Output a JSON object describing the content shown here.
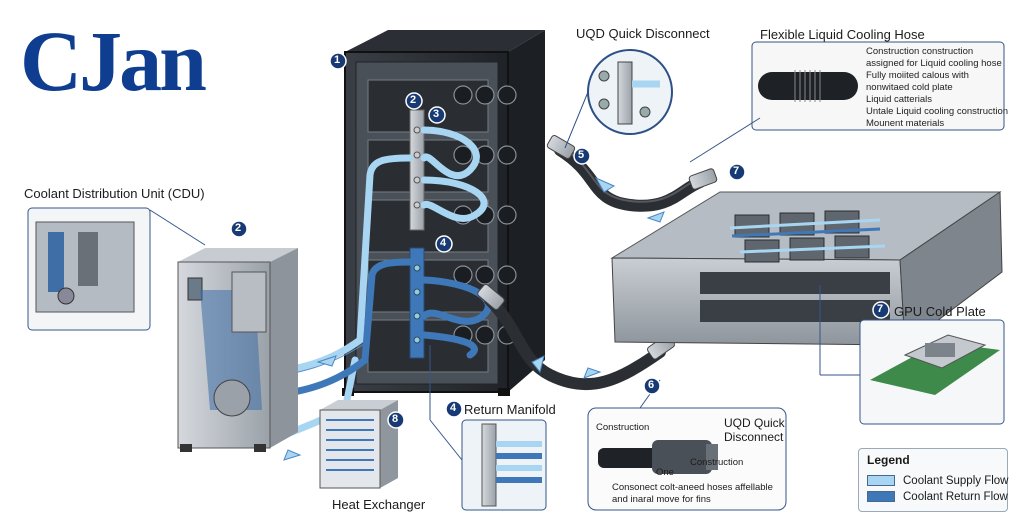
{
  "logo": "CJan",
  "callouts": {
    "c1": "1",
    "c2": "2",
    "c2b": "2",
    "c3": "3",
    "c4": "4",
    "c4b": "4",
    "c5": "5",
    "c6": "6",
    "c7": "7",
    "c7b": "7",
    "c8": "8"
  },
  "labels": {
    "cdu": "Coolant Distribution Unit (CDU)",
    "uqd_top": "UQD Quick Disconnect",
    "hose": "Flexible Liquid Cooling Hose",
    "gpu": "GPU Cold Plate",
    "return_manifold": "Return Manifold",
    "heat_exchanger": "Heat Exchanger",
    "uqd_bottom_1": "UQD Quick",
    "uqd_bottom_2": "Disconnect"
  },
  "hose_notes": [
    "Construction construction",
    "assigned for Liquid cooling hose",
    "Fully moiited calous with",
    "nonwitaed cold plate",
    "Liquid catterials",
    "Untale Liquid cooling construction",
    "Mounent materials"
  ],
  "uqd_notes": {
    "construction_left": "Construction",
    "construction_right": "Construction",
    "one": "One",
    "desc1": "Consonect colt-aneed hoses affellable",
    "desc2": "and inaral move for fins"
  },
  "legend": {
    "title": "Legend",
    "supply": "Coolant Supply Flow",
    "return": "Coolant Return Flow",
    "supply_color": "#a8d6f2",
    "return_color": "#3f78b8"
  }
}
